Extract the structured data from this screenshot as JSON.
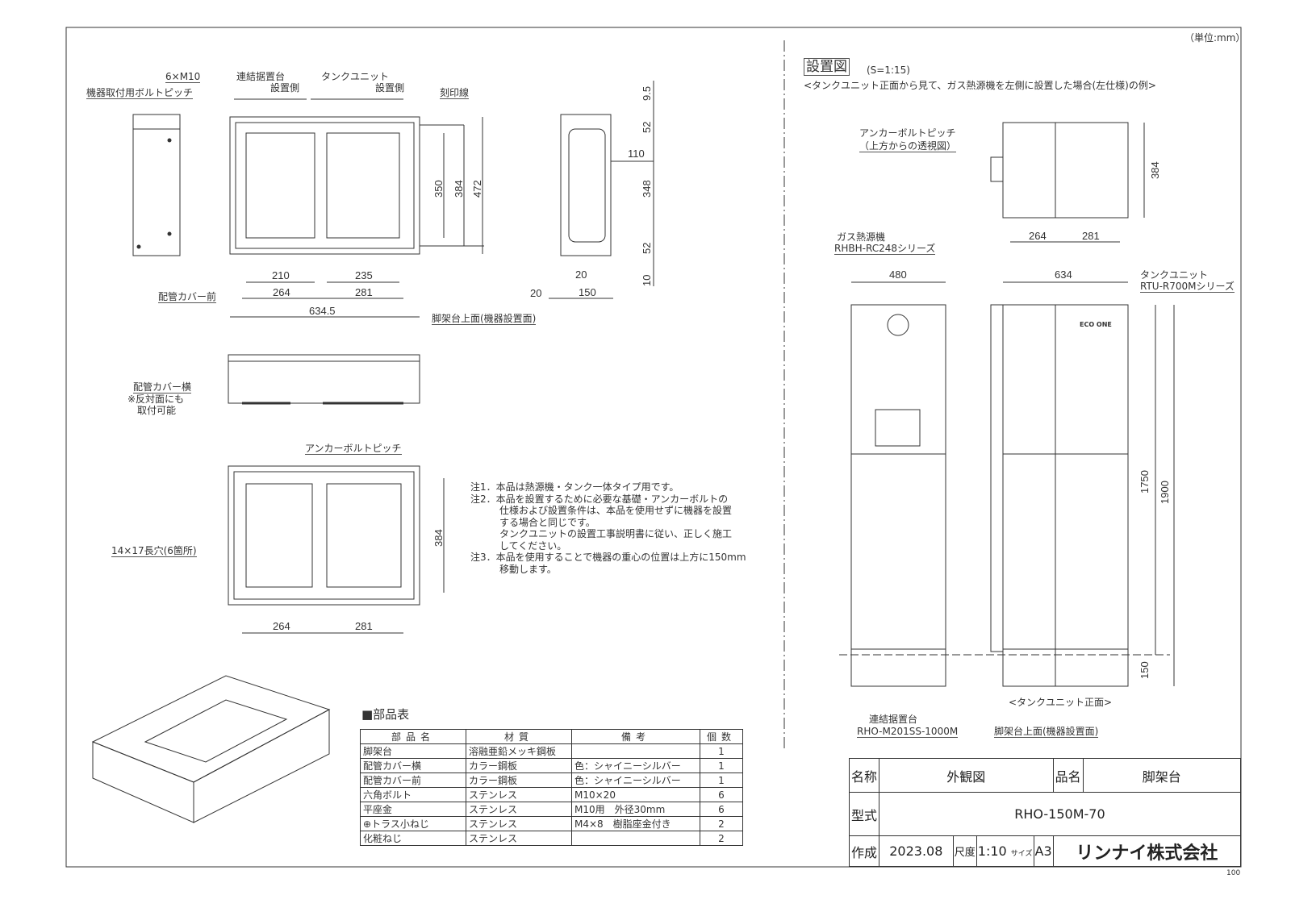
{
  "unit": "（単位:mm）",
  "front": {
    "bolt_count": "6×M10",
    "bolt_pitch": "機器取付用ボルトピッチ",
    "link_side_1": "連結据置台",
    "link_side_2": "設置側",
    "tank_side_1": "タンクユニット",
    "tank_side_2": "設置側",
    "mark_line": "刻印線",
    "d350": "350",
    "d384": "384",
    "d472": "472",
    "d210": "210",
    "d235": "235",
    "d264": "264",
    "d281": "281",
    "d6345": "634.5",
    "cover_front": "配管カバー前"
  },
  "side": {
    "d95": "9.5",
    "d52a": "52",
    "d110": "110",
    "d348": "348",
    "d52b": "52",
    "d10": "10",
    "d20a": "20",
    "d20b": "20",
    "d150": "150",
    "top_surface": "脚架台上面(機器設置面)"
  },
  "cover": {
    "label": "配管カバー横",
    "note1": "※反対面にも",
    "note2": "取付可能"
  },
  "plan": {
    "anchor": "アンカーボルトピッチ",
    "slot": "14×17長穴(6箇所)",
    "d384": "384",
    "d264": "264",
    "d281": "281"
  },
  "notes": [
    "注1．本品は熱源機・タンク一体タイプ用です。",
    "注2．本品を設置するために必要な基礎・アンカーボルトの",
    "　　　仕様および設置条件は、本品を使用せずに機器を設置",
    "　　　する場合と同じです。",
    "　　　タンクユニットの設置工事説明書に従い、正しく施工",
    "　　　してください。",
    "注3．本品を使用することで機器の重心の位置は上方に150mm",
    "　　　移動します。"
  ],
  "parts": {
    "title": "■部品表",
    "headers": [
      "部品名",
      "材質",
      "備考",
      "個数"
    ],
    "rows": [
      [
        "脚架台",
        "溶融亜鉛メッキ鋼板",
        "",
        "1"
      ],
      [
        "配管カバー横",
        "カラー鋼板",
        "色：シャイニーシルバー",
        "1"
      ],
      [
        "配管カバー前",
        "カラー鋼板",
        "色：シャイニーシルバー",
        "1"
      ],
      [
        "六角ボルト",
        "ステンレス",
        "M10×20",
        "6"
      ],
      [
        "平座金",
        "ステンレス",
        "M10用　外径30mm",
        "6"
      ],
      [
        "⊕トラス小ねじ",
        "ステンレス",
        "M4×8　樹脂座金付き",
        "2"
      ],
      [
        "化粧ねじ",
        "ステンレス",
        "",
        "2"
      ]
    ]
  },
  "install": {
    "title": "設置図",
    "scale": "(S=1:15)",
    "subtitle": "<タンクユニット正面から見て、ガス熱源機を左側に設置した場合(左仕様)の例>",
    "anchor1": "アンカーボルトピッチ",
    "anchor2": "（上方からの透視図）",
    "d384": "384",
    "d264": "264",
    "d281": "281",
    "heater1": "ガス熱源機",
    "heater2": "RHBH-RC248シリーズ",
    "d480": "480",
    "d634": "634",
    "tank1": "タンクユニット",
    "tank2": "RTU-R700Mシリーズ",
    "brand": "ECO ONE",
    "d1750": "1750",
    "d1900": "1900",
    "d150": "150",
    "front_label": "<タンクユニット正面>",
    "link1": "連結据置台",
    "link2": "RHO-M201SS-1000M",
    "top_surface": "脚架台上面(機器設置面)"
  },
  "titleblock": {
    "name_label": "名称",
    "name": "外観図",
    "product_label": "品名",
    "product": "脚架台",
    "model_label": "型式",
    "model": "RHO-150M-70",
    "created_label": "作成",
    "created": "2023.08",
    "scale_label": "尺度",
    "scale": "1:10",
    "size_label": "サイズ",
    "size": "A3",
    "company": "リンナイ株式会社"
  },
  "page_no": "100"
}
